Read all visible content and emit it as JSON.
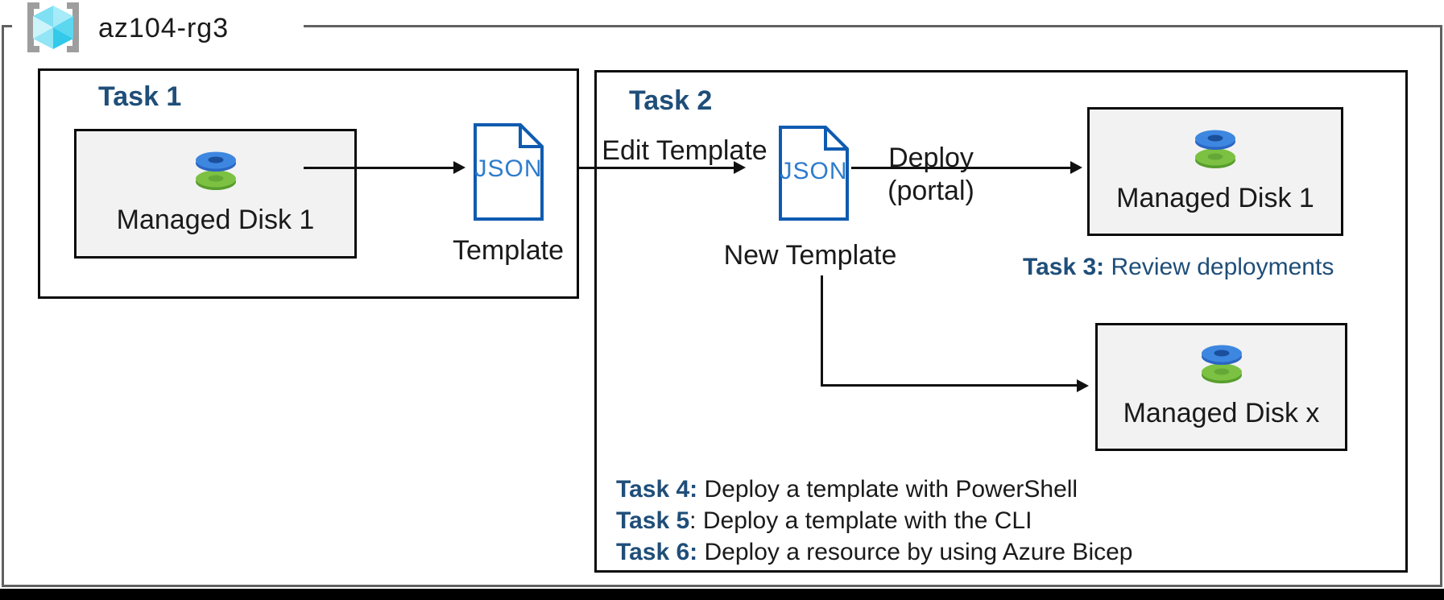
{
  "resource_group": {
    "label": "az104-rg3"
  },
  "task1": {
    "title": "Task 1",
    "disk_label": "Managed Disk 1",
    "template_file_type": "JSON",
    "template_label": "Template"
  },
  "task2": {
    "title": "Task 2",
    "edit_arrow_label": "Edit Template",
    "new_template_file_type": "JSON",
    "new_template_label": "New Template",
    "deploy_label": "Deploy",
    "deploy_sublabel": "(portal)",
    "disk1_label": "Managed Disk 1",
    "diskx_label": "Managed Disk x",
    "notes": {
      "task3_prefix": "Task 3:",
      "task3_text": "Review deployments",
      "task4_prefix": "Task 4:",
      "task4_text": "Deploy a template with PowerShell",
      "task5_prefix": "Task 5",
      "task5_separator": ":",
      "task5_text": "Deploy a template with the CLI",
      "task6_prefix": "Task 6:",
      "task6_text": "Deploy a resource by using Azure Bicep"
    }
  },
  "icons": {
    "resource_group": "resource-group-icon",
    "managed_disk": "managed-disk-icon",
    "json_file": "json-document-icon"
  },
  "colors": {
    "heading_navy": "#1F4E79",
    "text_black": "#1A1A1A",
    "disk_box_fill": "#F2F2F2",
    "rg_border_gray": "#616161",
    "json_stroke_blue": "#0F5BB0",
    "json_text_blue": "#2E7CCC",
    "disk_blue": "#3E87E0",
    "disk_green": "#7CC142",
    "cube_cyan": "#5BD7F0",
    "bottom_bar": "#000000"
  }
}
